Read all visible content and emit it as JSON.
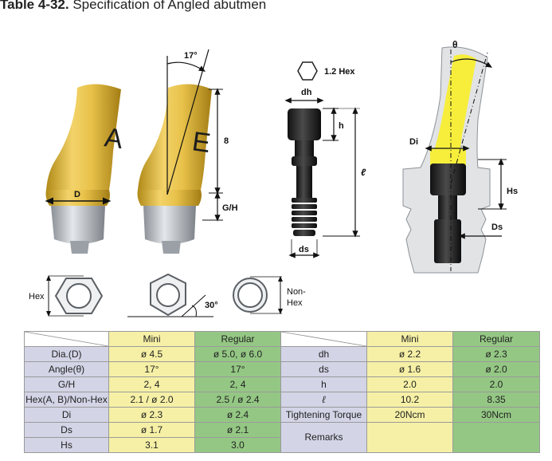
{
  "title": {
    "prefix": "Table 4-32.",
    "text": " Specification of  Angled abutmen"
  },
  "figure": {
    "angle_label": "17°",
    "height_label": "8",
    "gh_label": "G/H",
    "d_label": "D",
    "letter_a": "A",
    "letter_e": "E",
    "hex_size": "1.2 Hex",
    "dh": "dh",
    "h": "h",
    "l": "ℓ",
    "ds": "ds",
    "theta": "θ",
    "di": "Di",
    "hs": "Hs",
    "ds_section": "Ds",
    "hex_label": "Hex",
    "angle30": "30°",
    "nonhex_line1": "Non-",
    "nonhex_line2": "Hex"
  },
  "table": {
    "header_left": [
      "Mini",
      "Regular"
    ],
    "header_right": [
      "Mini",
      "Regular"
    ],
    "rows": [
      {
        "label": "Dia.(D)",
        "mini": "ø 4.5",
        "regular": "ø 5.0,  ø 6.0",
        "label2": "dh",
        "mini2": "ø 2.2",
        "regular2": "ø 2.3"
      },
      {
        "label": "Angle(θ)",
        "mini": "17°",
        "regular": "17°",
        "label2": "ds",
        "mini2": "ø 1.6",
        "regular2": "ø 2.0"
      },
      {
        "label": "G/H",
        "mini": "2, 4",
        "regular": "2, 4",
        "label2": "h",
        "mini2": "2.0",
        "regular2": "2.0"
      },
      {
        "label": "Hex(A, B)/Non-Hex",
        "mini": "2.1 / ø 2.0",
        "regular": "2.5 / ø 2.4",
        "label2": "ℓ",
        "mini2": "10.2",
        "regular2": "8.35"
      },
      {
        "label": "Di",
        "mini": "ø 2.3",
        "regular": "ø 2.4",
        "label2": "Tightening Torque",
        "mini2": "20Ncm",
        "regular2": "30Ncm"
      }
    ],
    "row_ds": {
      "label": "Ds",
      "mini": "ø 1.7",
      "regular": "ø 2.1"
    },
    "row_hs": {
      "label": "Hs",
      "mini": "3.1",
      "regular": "3.0"
    },
    "remarks_label": "Remarks"
  }
}
